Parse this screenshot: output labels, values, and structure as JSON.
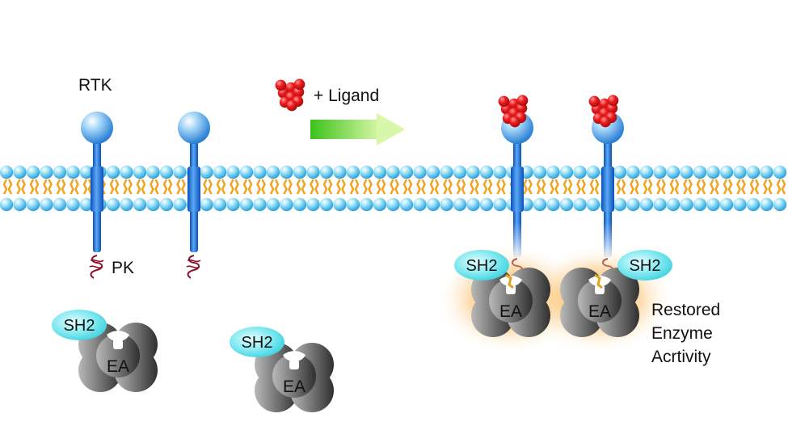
{
  "labels": {
    "rtk": "RTK",
    "pk": "PK",
    "ligand": "+ Ligand",
    "restored_line1": "Restored",
    "restored_line2": "Enzyme",
    "restored_line3": "Acrtivity"
  },
  "complexes": {
    "sh2": "SH2",
    "ea": "EA"
  },
  "colors": {
    "lipid_head": "#5fc8ee",
    "lipid_tail": "#f3a21c",
    "receptor": "#1f7ee0",
    "ligand": "#e8161a",
    "arrow": "#5fd01f",
    "sh2": "#7fe8f0",
    "enzyme": "#6b6b6b",
    "glow": "#f7a63a",
    "kinase_domain": "#8a1228"
  }
}
